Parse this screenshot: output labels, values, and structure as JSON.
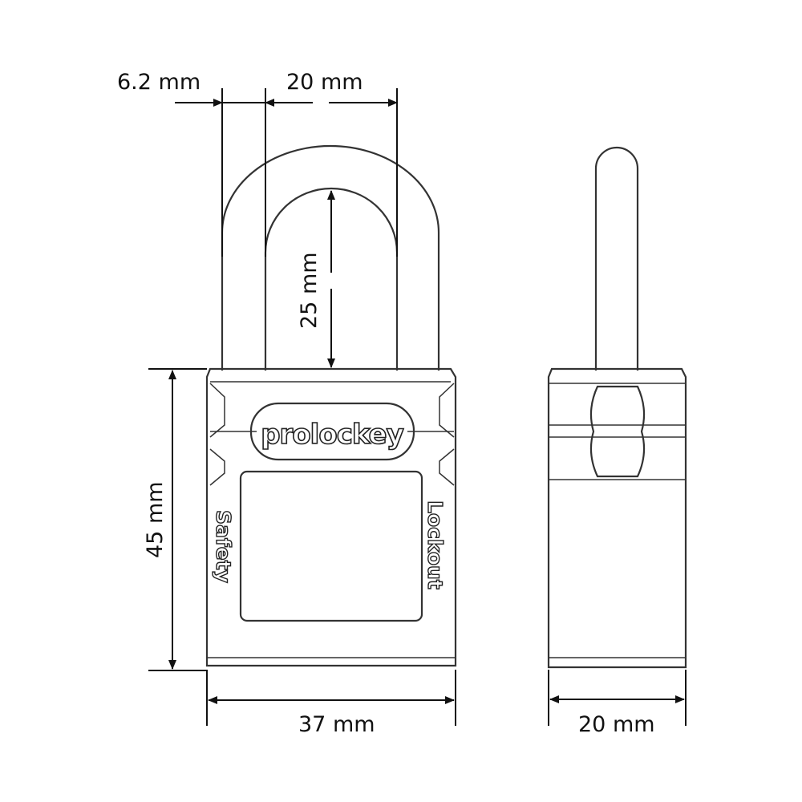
{
  "front_view": {
    "brand": "prolockey",
    "left_side_text": "Safety",
    "right_side_text": "Lockout"
  },
  "dimensions": {
    "shackle_diameter": "6.2 mm",
    "shackle_inner_width": "20 mm",
    "shackle_clearance": "25 mm",
    "body_height": "45 mm",
    "body_width": "37 mm",
    "body_depth": "20 mm"
  },
  "colors": {
    "line": "#333333",
    "background": "#ffffff"
  }
}
